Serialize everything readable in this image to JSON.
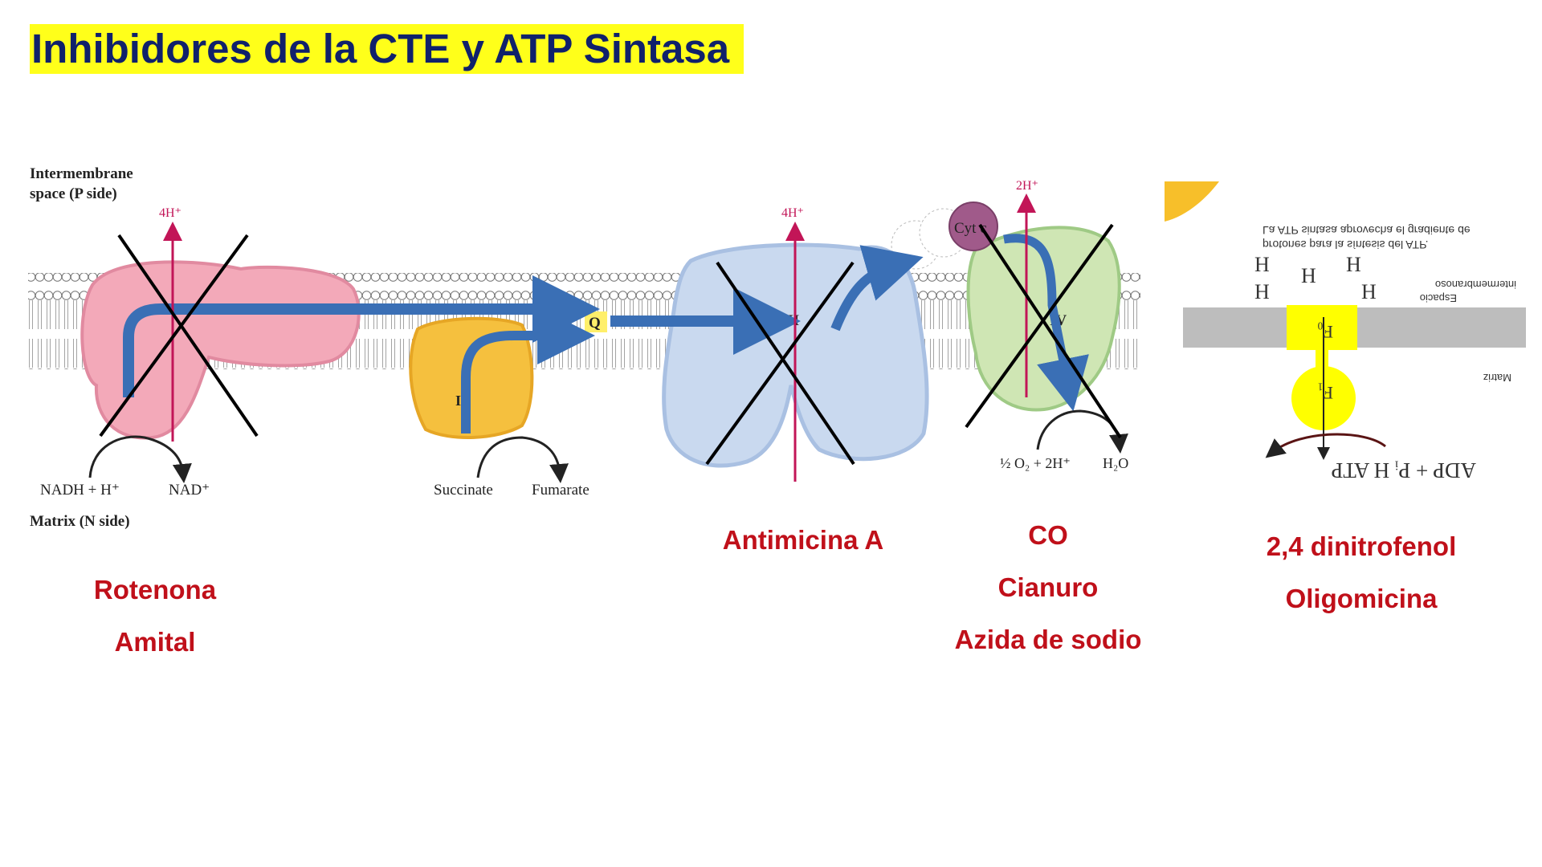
{
  "title": "Inhibidores de la CTE y ATP Sintasa",
  "figure": {
    "intermembrane_label": [
      "Intermembrane",
      "space (P side)"
    ],
    "matrix_label": "Matrix (N side)",
    "proton_labels": [
      "4H⁺",
      "4H⁺",
      "2H⁺"
    ],
    "complexes": [
      "I",
      "II",
      "Q",
      "III",
      "Cyt c",
      "IV"
    ],
    "substrates": {
      "c1_in": "NADH + H⁺",
      "c1_out": "NAD⁺",
      "c2_in": "Succinate",
      "c2_out": "Fumarate",
      "c4_in": "½ O₂ + 2H⁺",
      "c4_out": "H₂O"
    }
  },
  "atp_figure": {
    "caption_lines": [
      "La ATP sintasa aprovecha el gradiente de",
      "protones para la síntesis del ATP."
    ],
    "space_label": [
      "Espacio",
      "intermembranoso"
    ],
    "matrix_label": "Matriz",
    "fo_label": "F₀",
    "f1_label": "F₁",
    "proton": "H",
    "reaction": "ADP + Pᵢ  H  ATP"
  },
  "inhibitors": {
    "complex_I": [
      "Rotenona",
      "Amital"
    ],
    "complex_III": [
      "Antimicina A"
    ],
    "complex_IV": [
      "CO",
      "Cianuro",
      "Azida de sodio"
    ],
    "atp_synthase": [
      "2,4 dinitrofenol",
      "Oligomicina"
    ]
  },
  "colors": {
    "title_bg": "#ffff1a",
    "title_text": "#10216b",
    "inhibitor_text": "#c0101a",
    "complex_I": "#f3a9b9",
    "complex_II": "#f5c03e",
    "complex_III": "#c9d9ef",
    "complex_IV": "#cfe6b4",
    "arrow": "#3a6fb5",
    "proton_arrow": "#c21557"
  }
}
